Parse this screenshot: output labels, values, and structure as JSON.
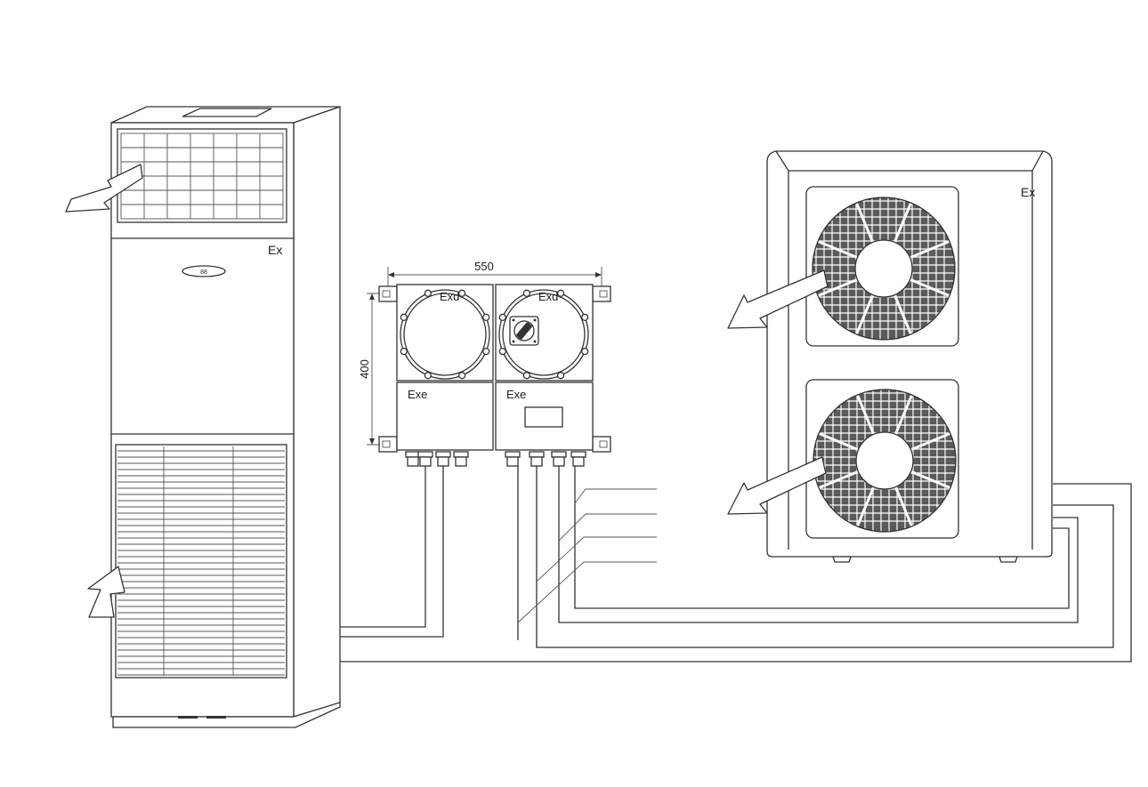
{
  "indoor_unit": {
    "ex_label": "Ex",
    "display_label": "88"
  },
  "control_box": {
    "width_dim": "550",
    "height_dim": "400",
    "compartments": [
      "Exd",
      "Exd",
      "Exe",
      "Exe"
    ]
  },
  "outdoor_unit": {
    "ex_label": "Ex"
  },
  "colors": {
    "line": "#333333",
    "fan_grille": "#5a5a5a",
    "background": "#ffffff"
  }
}
